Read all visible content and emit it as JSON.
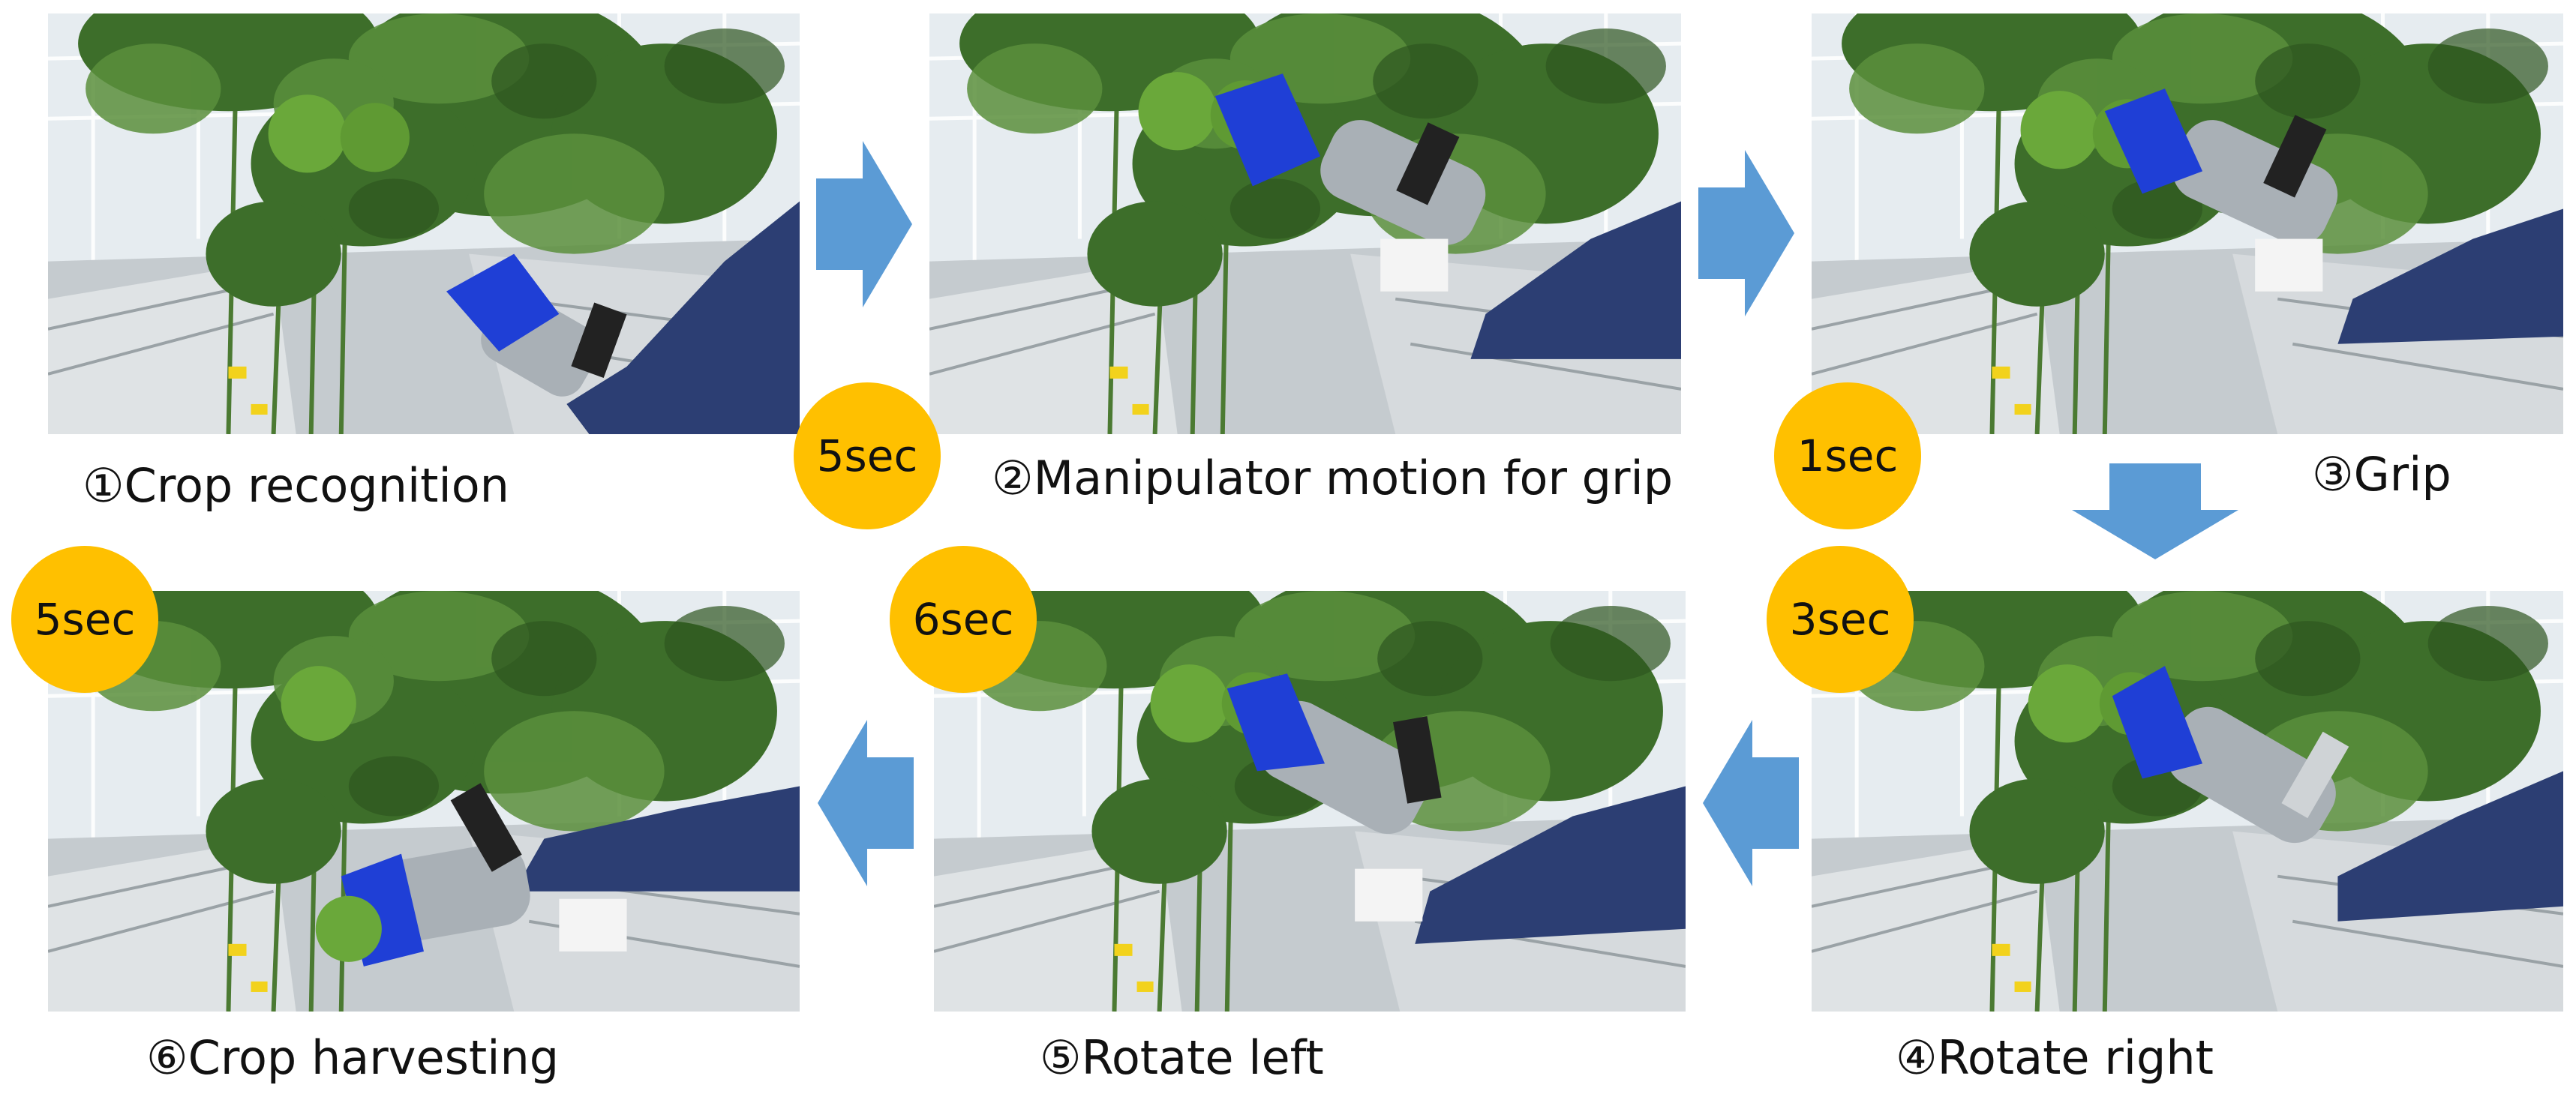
{
  "steps": [
    {
      "id": 1,
      "label": "①Crop recognition"
    },
    {
      "id": 2,
      "label": "②Manipulator motion for grip"
    },
    {
      "id": 3,
      "label": "③Grip"
    },
    {
      "id": 4,
      "label": "④Rotate right"
    },
    {
      "id": 5,
      "label": "⑤Rotate left"
    },
    {
      "id": 6,
      "label": "⑥Crop harvesting"
    }
  ],
  "timings": {
    "step1_to_2": "5sec",
    "step2_to_3": "1sec",
    "step3_to_4": "3sec",
    "step4_to_5": "6sec",
    "step5_to_6": "5sec"
  },
  "colors": {
    "arrow": "#5b9bd5",
    "badge": "#ffc000",
    "gripper": "#1f3fd6",
    "sleeve": "#2c3e73",
    "tomato": "#6aa83a",
    "foliage": "#3d6e2a"
  },
  "icons": [
    "arrow-right-icon",
    "arrow-down-icon",
    "arrow-left-icon"
  ]
}
